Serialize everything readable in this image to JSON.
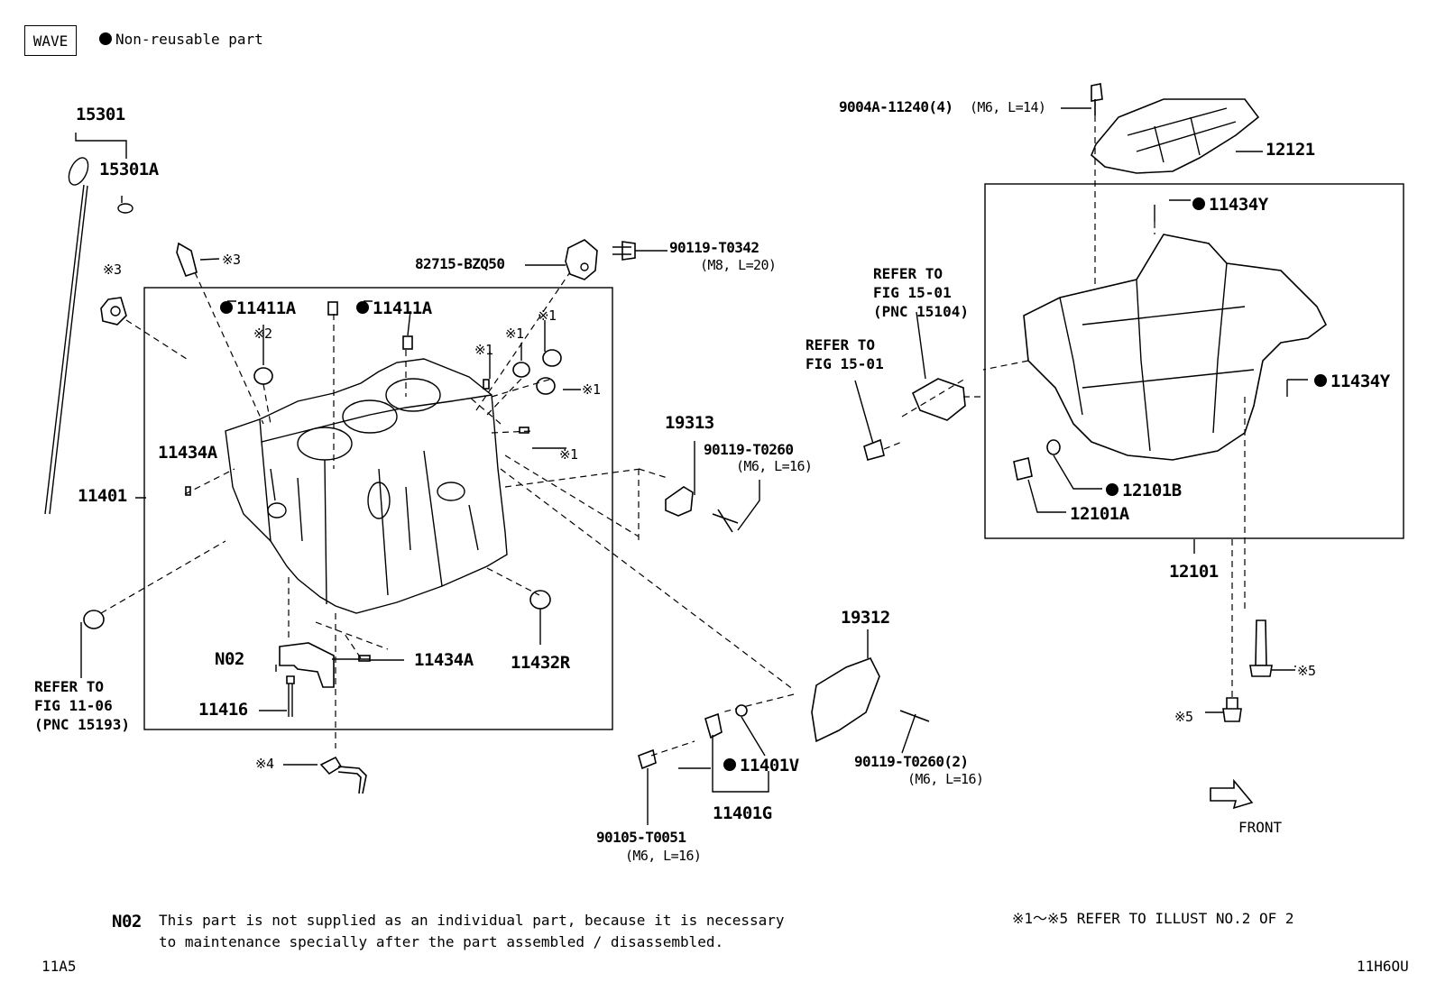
{
  "legend": {
    "wave": "WAVE",
    "non_reusable": "Non-reusable part"
  },
  "labels": {
    "p15301": "15301",
    "p15301a": "15301A",
    "ref3_a": "※3",
    "ref3_b": "※3",
    "p11411a_1": "11411A",
    "p11411a_2": "11411A",
    "ref2": "※2",
    "ref1_a": "※1",
    "ref1_b": "※1",
    "ref1_c": "※1",
    "ref1_d": "※1",
    "ref1_e": "※1",
    "p82715": "82715-BZQ50",
    "p90119_t0342": "90119-T0342",
    "p90119_t0342_spec": "(M8, L=20)",
    "p11434a_1": "11434A",
    "p11401": "11401",
    "p19313": "19313",
    "p90119_t0260": "90119-T0260",
    "p90119_t0260_spec": "(M6, L=16)",
    "p11434a_2": "11434A",
    "p11432r": "11432R",
    "n02": "N02",
    "p11416": "11416",
    "ref4": "※4",
    "refer_1106": "REFER TO\nFIG 11-06\n(PNC 15193)",
    "p19312": "19312",
    "p11401v": "11401V",
    "p11401g": "11401G",
    "p90105": "90105-T0051",
    "p90105_spec": "(M6, L=16)",
    "p90119_t0260_2": "90119-T0260(2)",
    "p90119_t0260_2_spec": "(M6, L=16)",
    "p9004a": "9004A-11240(4)",
    "p9004a_spec": "(M6, L=14)",
    "p12121": "12121",
    "p11434y_1": "11434Y",
    "p11434y_2": "11434Y",
    "refer_1501_pnc": "REFER TO\nFIG 15-01\n(PNC 15104)",
    "refer_1501": "REFER TO\nFIG 15-01",
    "p12101b": "12101B",
    "p12101a": "12101A",
    "p12101": "12101",
    "ref5_a": "※5",
    "ref5_b": "※5",
    "front": "FRONT"
  },
  "footer": {
    "n02_code": "N02",
    "n02_note_1": "This part is not supplied as an individual part, because it is necessary",
    "n02_note_2": "to maintenance specially after the part assembled / disassembled.",
    "refer_note": "※1～※5 REFER TO ILLUST NO.2 OF 2",
    "code_left": "11A5",
    "code_right": "11H6OU"
  }
}
